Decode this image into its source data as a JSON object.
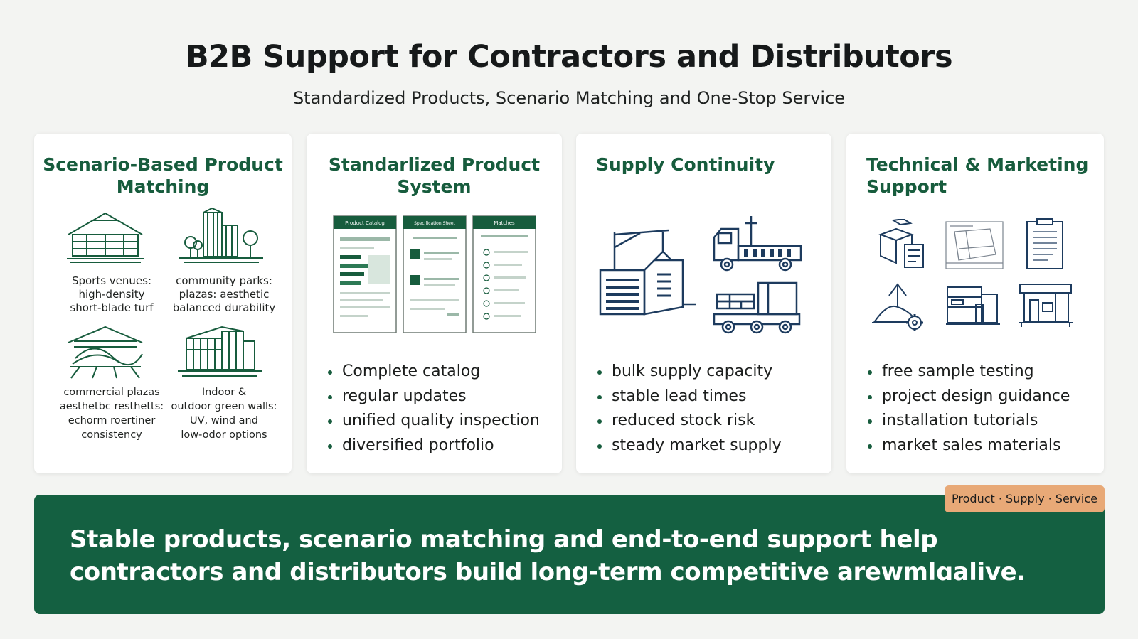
{
  "header": {
    "title": "B2B Support for Contractors and Distributors",
    "subtitle": "Standardized Products, Scenario Matching and One-Stop Service"
  },
  "colors": {
    "accent_green": "#175c3d",
    "banner_green": "#146041",
    "badge_orange": "#e8a977",
    "background": "#f3f4f2"
  },
  "cards": [
    {
      "title_lines": [
        "Scenario-Based Product",
        "Matching"
      ],
      "scenarios": [
        {
          "icon": "stadium-icon",
          "lines": [
            "Sports venues:",
            "high-density",
            "short-blade turf"
          ]
        },
        {
          "icon": "park-buildings-icon",
          "lines": [
            "community parks:",
            "plazas: aesthetic",
            "balanced durability"
          ]
        },
        {
          "icon": "plaza-canopy-icon",
          "lines": [
            "commercial plazas",
            "aesthetbc resthetts:",
            "echorm roertiner",
            "consistency"
          ]
        },
        {
          "icon": "green-wall-building-icon",
          "lines": [
            "Indoor &",
            "outdoor green walls:",
            "UV, wind and",
            "low-odor options"
          ]
        }
      ]
    },
    {
      "title_lines": [
        "Standarlized Product",
        "System"
      ],
      "icons": [
        "catalog-sheet-icon",
        "catalog-sheet-icon",
        "checklist-sheet-icon"
      ],
      "sheet_headers": [
        "Product Catalog",
        "Specification Sheet",
        "Matches"
      ],
      "bullets": [
        "Complete catalog",
        "regular updates",
        "unified quality inspection",
        "diversified portfolio"
      ]
    },
    {
      "title_lines": [
        "Supply Continuity"
      ],
      "icons": [
        "warehouse-crane-icon",
        "truck-icon",
        "forklift-cart-icon"
      ],
      "bullets": [
        "bulk supply capacity",
        "stable lead times",
        "reduced stock risk",
        "steady market supply"
      ]
    },
    {
      "title_lines": [
        "Technical & Marketing",
        "Support"
      ],
      "icons": [
        "sample-boxes-icon",
        "blueprint-icon",
        "clipboard-icon",
        "upload-gear-icon",
        "installation-panels-icon",
        "storefront-icon"
      ],
      "bullets": [
        "free sample testing",
        "project design guidance",
        "installation tutorials",
        "market sales materials"
      ]
    }
  ],
  "banner": {
    "text": "Stable products, scenario matching and end-to-end support help contractors and distributors build long-term competitive arewmlɑalive.",
    "badge": "Product · Supply · Service"
  }
}
